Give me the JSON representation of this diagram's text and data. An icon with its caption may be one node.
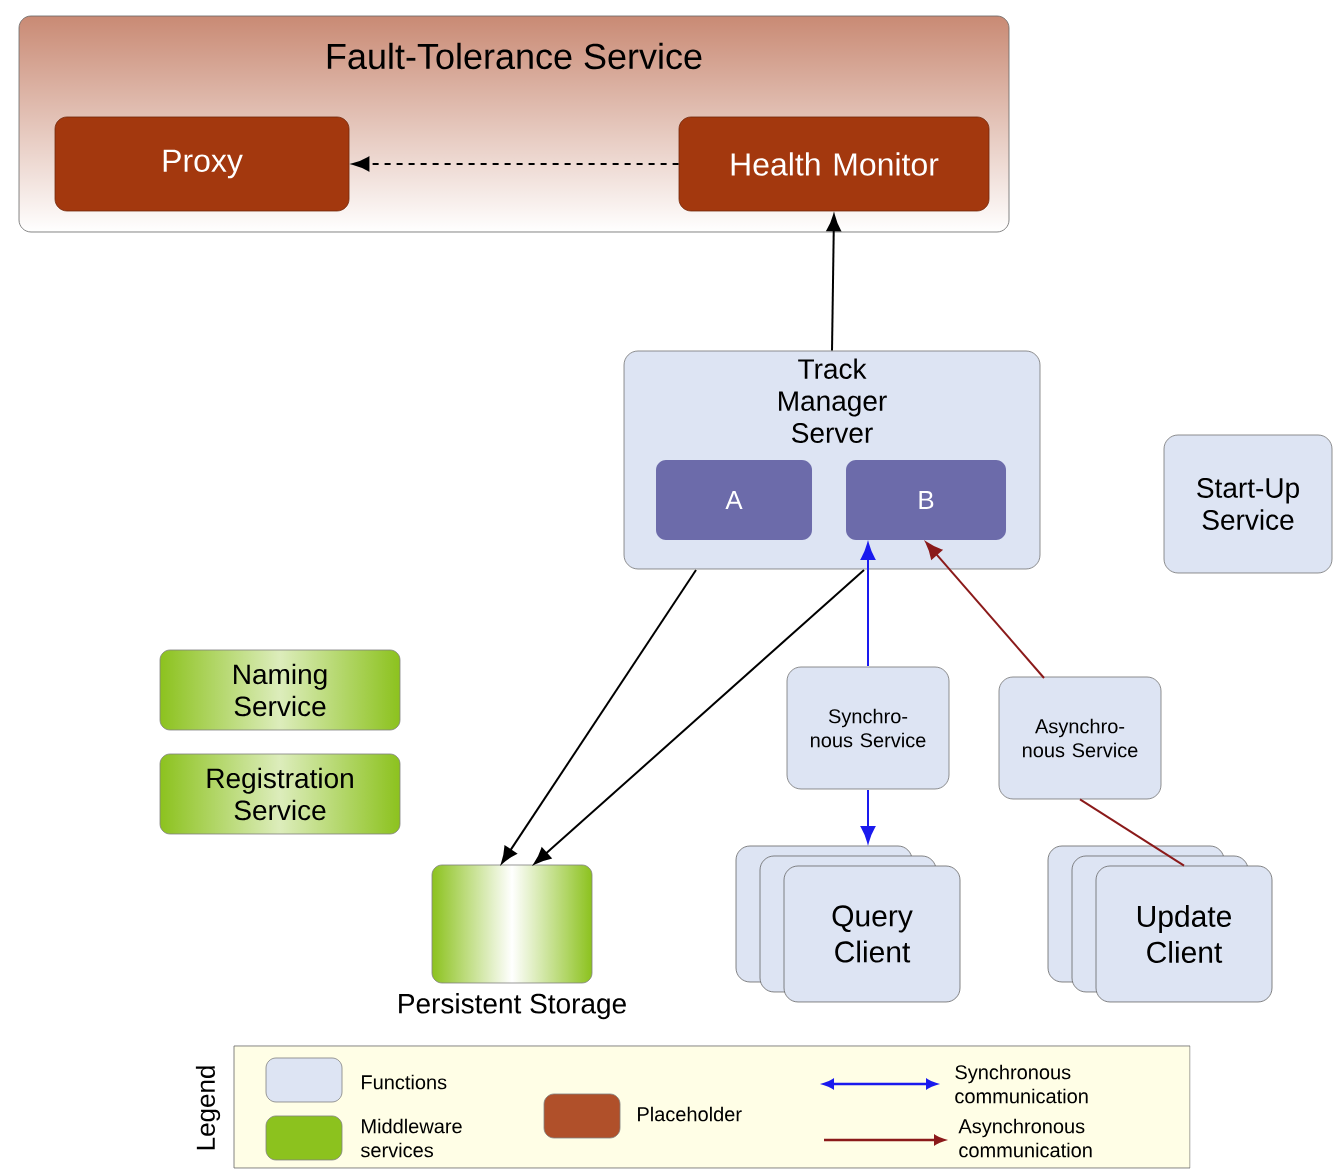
{
  "diagram": {
    "nodes": [
      {
        "text": [
          "Fault-Tolerance Service"
        ]
      },
      {
        "text": [
          "Proxy"
        ],
        "in": 0
      },
      {
        "text": [
          "Health Monitor"
        ],
        "in": 0
      },
      {
        "text": [
          "Track Manager Server"
        ]
      },
      {
        "text": [
          "A"
        ],
        "in": 3
      },
      {
        "text": [
          "B"
        ],
        "in": 3
      },
      {
        "text": [
          "Start-Up Service"
        ]
      },
      {
        "text": [
          "Naming Service"
        ]
      },
      {
        "text": [
          "Registration Service"
        ]
      },
      {
        "text": [
          "Synchro- nous Service"
        ]
      },
      {
        "text": [
          "Asynchro- nous Service"
        ]
      },
      {
        "text": [
          "Persistent Storage"
        ]
      },
      {
        "text": [
          "Query Client"
        ]
      },
      {
        "text": [
          "Update Client"
        ]
      }
    ],
    "edges": [
      {
        "from": 2,
        "to": 1,
        "arrow": "to",
        "style": "dashed"
      },
      {
        "from": 3,
        "to": 2,
        "arrow": "to"
      },
      {
        "from": 4,
        "to": 11,
        "arrow": "to"
      },
      {
        "from": 5,
        "to": 11,
        "arrow": "to"
      },
      {
        "from": 9,
        "to": 5,
        "arrow": "to",
        "color": "#1a1aee"
      },
      {
        "from": 9,
        "to": 12,
        "arrow": "to",
        "color": "#1a1aee"
      },
      {
        "from": 10,
        "to": 5,
        "arrow": "to",
        "color": "#8b1a1a"
      },
      {
        "from": 13,
        "to": 10,
        "arrow": "none",
        "color": "#8b1a1a"
      }
    ],
    "labels": [
      "Legend"
    ],
    "legend": [
      {
        "text": "Functions",
        "color": "#dde4f3"
      },
      {
        "text": "Middleware services",
        "color": "#8cc21e"
      },
      {
        "text": "Placeholder",
        "color": "#b0502a"
      },
      {
        "text": "Synchronous communication"
      },
      {
        "text": "Asynchronous communication"
      }
    ]
  }
}
